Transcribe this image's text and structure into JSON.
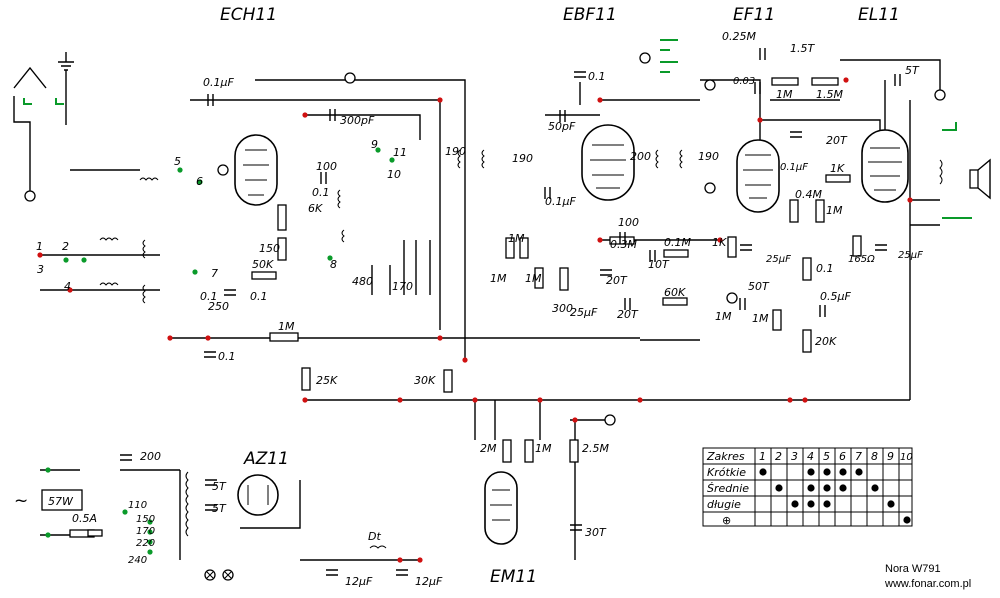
{
  "tubes": [
    {
      "id": "ech11",
      "name": "ECH11"
    },
    {
      "id": "ebf11",
      "name": "EBF11"
    },
    {
      "id": "ef11",
      "name": "EF11"
    },
    {
      "id": "el11",
      "name": "EL11"
    },
    {
      "id": "az11",
      "name": "AZ11"
    },
    {
      "id": "em11",
      "name": "EM11"
    }
  ],
  "component_labels": [
    "0.1μF",
    "300pF",
    "100",
    "6K",
    "150",
    "50K",
    "0.1",
    "250",
    "1M",
    "0.1",
    "25K",
    "480",
    "170",
    "30K",
    "190",
    "190",
    "50pF",
    "200",
    "190",
    "0.1",
    "0.1μF",
    "1M",
    "1M",
    "1M",
    "300",
    "25μF",
    "20T",
    "100",
    "0.3M",
    "0.1M",
    "10T",
    "20T",
    "60K",
    "1M",
    "1M",
    "50T",
    "0.25M",
    "1.5T",
    "1M",
    "1.5M",
    "0.03",
    "5T",
    "0.1μF",
    "20T",
    "0.4M",
    "1K",
    "1M",
    "1K",
    "25μF",
    "165Ω",
    "25μF",
    "0.1",
    "0.5μF",
    "20K",
    "2M",
    "1M",
    "2.5M",
    "30T",
    "200",
    "5T",
    "5T",
    "Dt",
    "12μF",
    "12μF",
    "57W",
    "0.5A",
    "110",
    "150",
    "170",
    "220",
    "240",
    "0.1",
    "0.1"
  ],
  "switch_numbers": [
    "1",
    "2",
    "3",
    "4",
    "5",
    "6",
    "7",
    "8",
    "9",
    "10",
    "11"
  ],
  "mains_symbol": "~",
  "band_table": {
    "header": [
      "Zakres",
      "1",
      "2",
      "3",
      "4",
      "5",
      "6",
      "7",
      "8",
      "9",
      "10"
    ],
    "rows": [
      {
        "label": "Krótkie",
        "marks": [
          1,
          4,
          5,
          6,
          7
        ]
      },
      {
        "label": "Średnie",
        "marks": [
          2,
          4,
          5,
          6,
          8
        ]
      },
      {
        "label": "długie",
        "marks": [
          3,
          4,
          5,
          9
        ]
      },
      {
        "label": "⊕",
        "marks": [
          10
        ]
      }
    ]
  },
  "credits": {
    "model": "Nora W791",
    "site": "www.fonar.com.pl"
  },
  "colors": {
    "wire": "#000000",
    "node": "#d01010",
    "terminal": "#0a9a2a",
    "background": "#ffffff"
  }
}
